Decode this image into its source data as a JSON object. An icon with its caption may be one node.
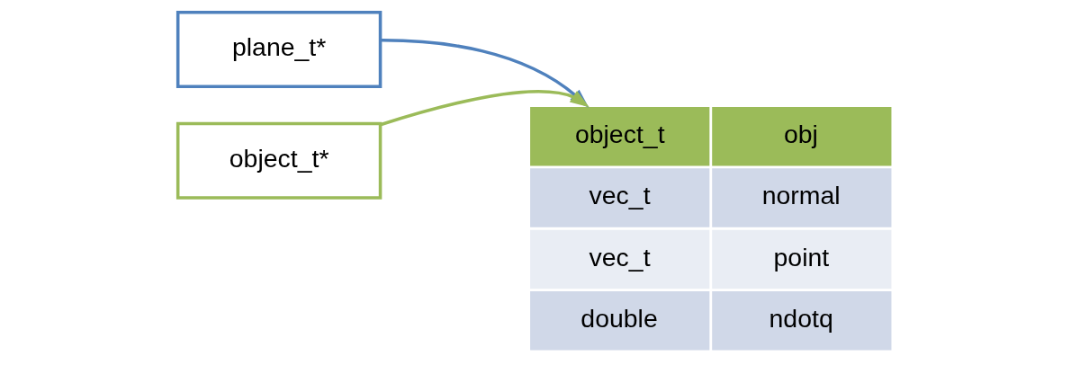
{
  "diagram": {
    "nodes": [
      {
        "text": [
          "plane_t*"
        ]
      },
      {
        "text": [
          "object_t*"
        ]
      },
      {
        "text": [
          "object_t",
          "obj",
          "vec_t",
          "normal",
          "vec_t",
          "point",
          "double",
          "ndotq"
        ]
      }
    ],
    "edges": [
      {
        "from": 0,
        "to": 2,
        "arrow": "to",
        "color": "#4f81bd"
      },
      {
        "from": 1,
        "to": 2,
        "arrow": "to",
        "color": "#9bbb59"
      }
    ]
  }
}
